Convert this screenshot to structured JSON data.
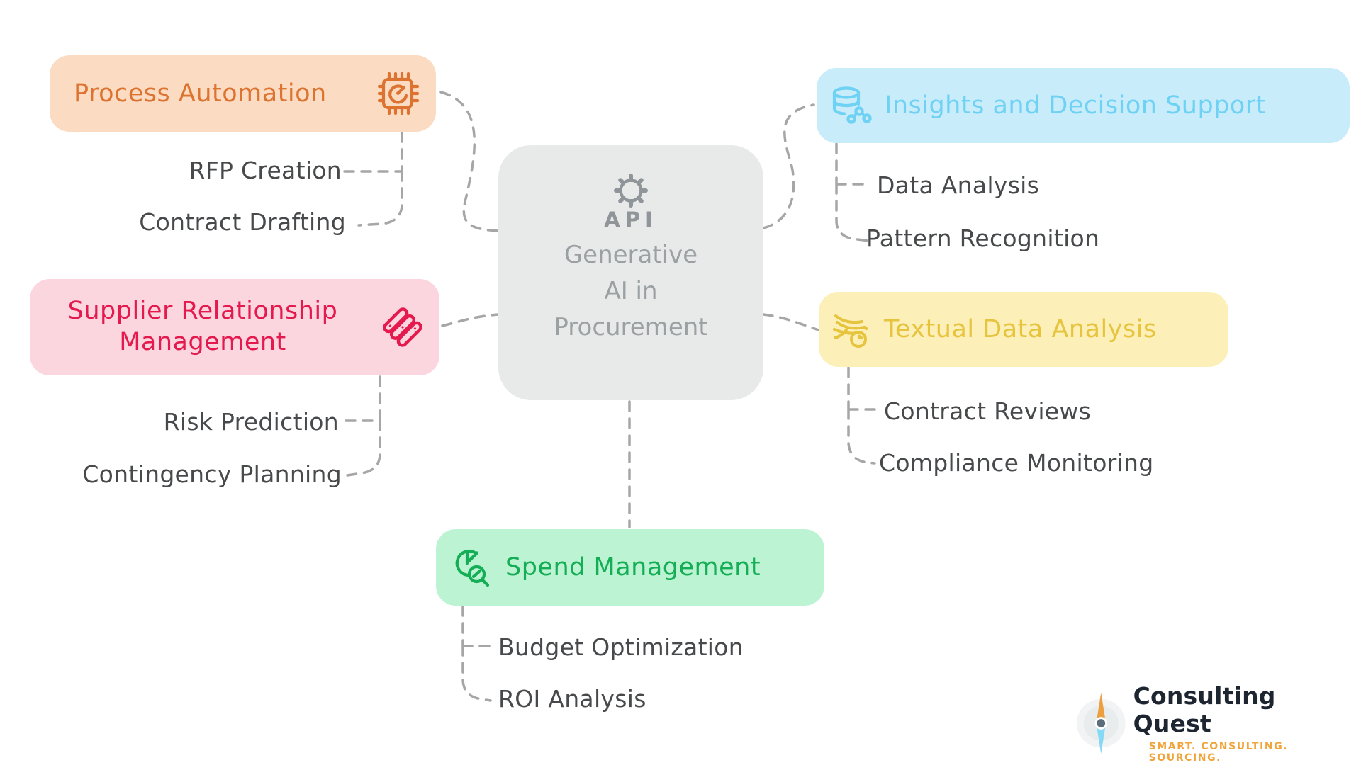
{
  "background": "#ffffff",
  "center": {
    "api_label": "API",
    "title_lines": [
      "Generative",
      "AI in",
      "Procurement"
    ],
    "bg": "#e8eaea",
    "text_color": "#9ba0a3",
    "icon_color": "#8f9598"
  },
  "connectors": {
    "color": "#a6a6a6"
  },
  "children_color": "#47494b",
  "branches": [
    {
      "label": "Process Automation",
      "icon": "chip-icon",
      "bg": "#fbdcc3",
      "color": "#dd7330",
      "children": [
        "RFP Creation",
        "Contract Drafting"
      ]
    },
    {
      "label": "Supplier Relationship Management",
      "icon": "supplier-network-icon",
      "bg": "#fbd6de",
      "color": "#e41a4f",
      "children": [
        "Risk Prediction",
        "Contingency Planning"
      ]
    },
    {
      "label": "Insights and Decision Support",
      "icon": "database-nodes-icon",
      "bg": "#c9ecfa",
      "color": "#6fd2f4",
      "children": [
        "Data Analysis",
        "Pattern Recognition"
      ]
    },
    {
      "label": "Textual Data Analysis",
      "icon": "wind-clock-icon",
      "bg": "#fcefb8",
      "color": "#e6c43e",
      "children": [
        "Contract Reviews",
        "Compliance Monitoring"
      ]
    },
    {
      "label": "Spend Management",
      "icon": "pie-magnifier-icon",
      "bg": "#bcf4d3",
      "color": "#15ad56",
      "children": [
        "Budget Optimization",
        "ROI Analysis"
      ]
    }
  ],
  "logo": {
    "name": "Consulting Quest",
    "tagline": "SMART. CONSULTING. SOURCING.",
    "name_color": "#1d2531",
    "tagline_color": "#f0a43a"
  }
}
